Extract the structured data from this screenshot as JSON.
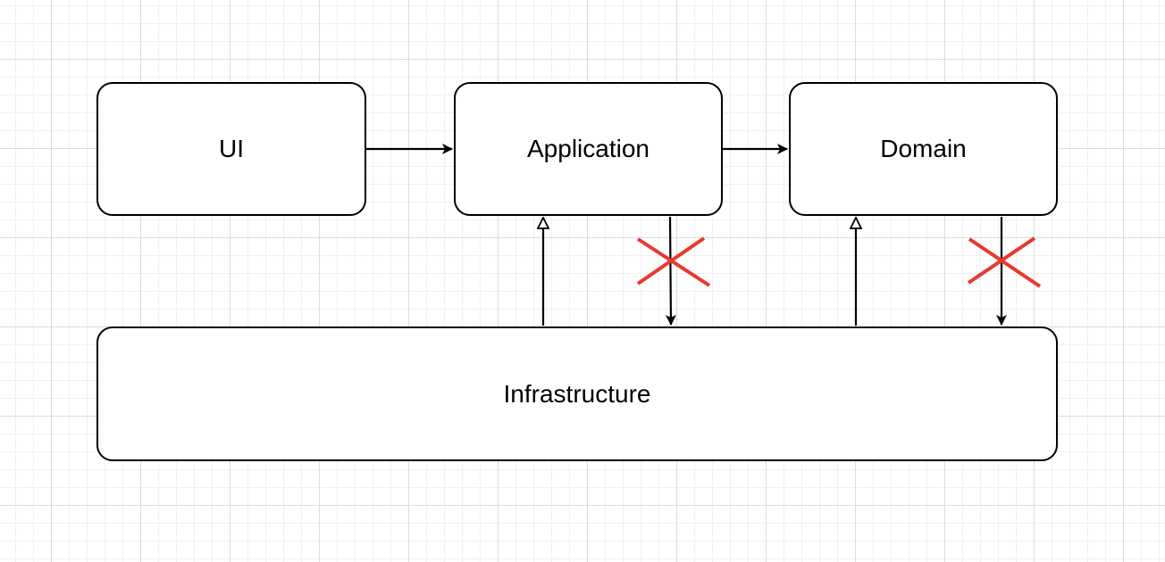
{
  "diagram": {
    "nodes": {
      "ui": "UI",
      "application": "Application",
      "domain": "Domain",
      "infrastructure": "Infrastructure"
    },
    "edges": [
      {
        "from": "UI",
        "to": "Application",
        "style": "solid-arrow"
      },
      {
        "from": "Application",
        "to": "Domain",
        "style": "solid-arrow"
      },
      {
        "from": "Infrastructure",
        "to": "Application",
        "style": "hollow-triangle-arrow"
      },
      {
        "from": "Infrastructure",
        "to": "Domain",
        "style": "hollow-triangle-arrow"
      },
      {
        "from": "Application",
        "to": "Infrastructure",
        "style": "solid-arrow",
        "crossed_out": true
      },
      {
        "from": "Domain",
        "to": "Infrastructure",
        "style": "solid-arrow",
        "crossed_out": true
      }
    ],
    "colors": {
      "box_border": "#000000",
      "box_fill": "#ffffff",
      "text": "#000000",
      "cross": "#e8382f",
      "grid": "#dcdcdc"
    }
  }
}
